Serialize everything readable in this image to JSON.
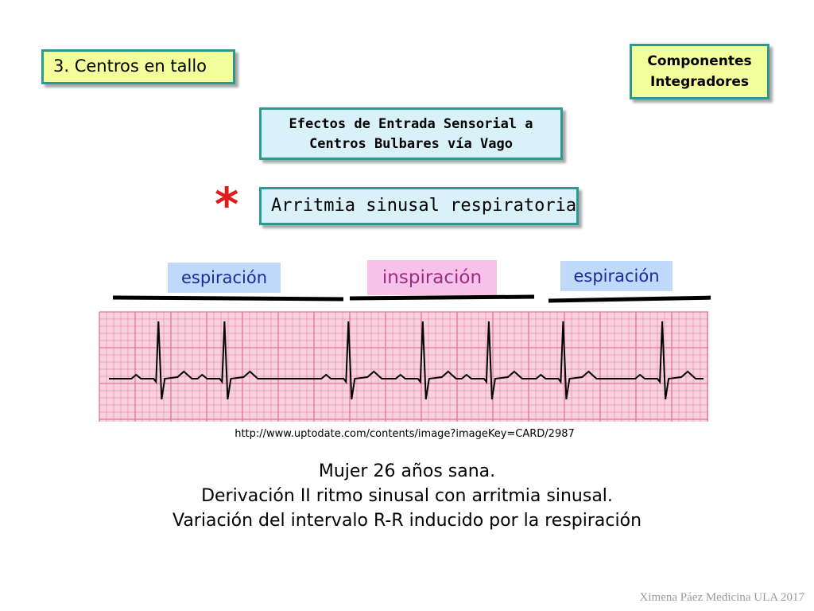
{
  "boxes": {
    "tallo": "3. Centros en tallo",
    "componentes_line1": "Componentes",
    "componentes_line2": "Integradores",
    "efectos_line1": "Efectos de Entrada Sensorial a",
    "efectos_line2": "Centros Bulbares vía Vago",
    "arritmia": "Arritmia sinusal respiratoria",
    "asterisk": "*"
  },
  "phases": {
    "espiracion_left": "espiración",
    "inspiracion": "inspiración",
    "espiracion_right": "espiración"
  },
  "source_url": "http://www.uptodate.com/contents/image?imageKey=CARD/2987",
  "captions": [
    "Mujer 26 años sana.",
    "Derivación II ritmo sinusal con arritmia sinusal.",
    "Variación del intervalo R-R inducido por la respiración"
  ],
  "footer": "Ximena Páez Medicina ULA 2017",
  "colors": {
    "box_green": "#f2ff9a",
    "box_blue": "#d9f1f8",
    "box_border": "#2d9a92",
    "asterisk": "#e01c1c",
    "phase_blue": "#c0d8fa",
    "phase_pink": "#f7c2e7",
    "ecg_paper": "#f7d2dd",
    "ecg_grid": "#e4739a"
  },
  "ecg": {
    "r_peaks": [
      0.6,
      1.4,
      2.9,
      3.8,
      4.6,
      5.5,
      6.7
    ],
    "duration": 7.2
  }
}
